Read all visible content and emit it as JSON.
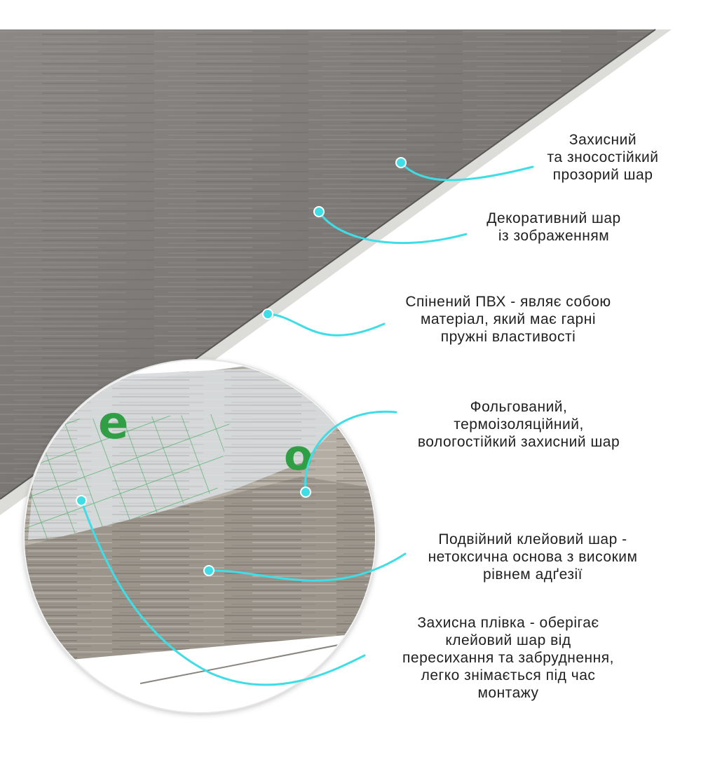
{
  "colors": {
    "accent": "#3fdde6",
    "text": "#1f1f1f",
    "panel_wood": "#7d7a77",
    "foam_edge": "#dcdcd8",
    "background": "#ffffff"
  },
  "callouts": [
    {
      "id": "protective-layer",
      "lines": [
        "Захисний",
        "та зносостійкий",
        "прозорий шар"
      ]
    },
    {
      "id": "decorative-layer",
      "lines": [
        "Декоративний шар",
        "із зображенням"
      ]
    },
    {
      "id": "foamed-pvc",
      "lines": [
        "Спінений ПВХ - являє собою",
        "матеріал, який має гарні",
        "пружні властивості"
      ]
    },
    {
      "id": "foil-layer",
      "lines": [
        "Фольгований,",
        "термоізоляційний,",
        "вологостійкий захисний шар"
      ]
    },
    {
      "id": "adhesive-layer",
      "lines": [
        "Подвійний клейовий шар -",
        "нетоксична основа з високим",
        "рівнем адґезії"
      ]
    },
    {
      "id": "protective-film",
      "lines": [
        "Захисна плівка - оберігає",
        "клейовий шар від",
        "пересихання та забруднення,",
        "легко знімається під час",
        "монтажу"
      ]
    }
  ]
}
